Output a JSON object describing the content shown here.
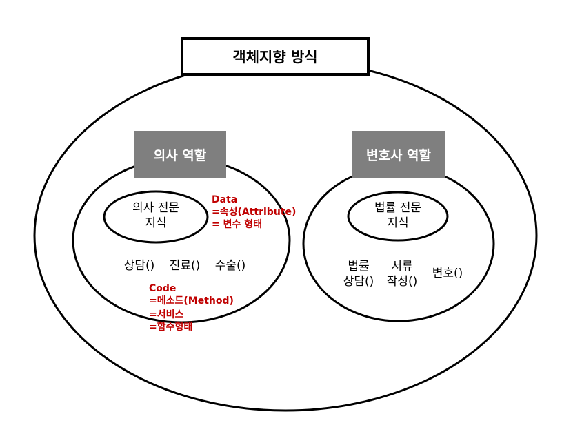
{
  "diagram": {
    "title": "객체지향 방식",
    "doctor": {
      "role": "의사 역할",
      "knowledge": [
        "의사 전문",
        "지식"
      ],
      "methods": [
        "상담()",
        "진료()",
        "수술()"
      ]
    },
    "lawyer": {
      "role": "변호사 역할",
      "knowledge": [
        "법률 전문",
        "지식"
      ],
      "methods": [
        [
          "법률",
          "상담()"
        ],
        [
          "서류",
          "작성()"
        ],
        [
          "변호()"
        ]
      ]
    },
    "annotations": {
      "data": [
        "Data",
        "=속성(Attribute)",
        "= 변수 형태"
      ],
      "code": [
        "Code",
        "=메소드(Method)",
        "=서비스",
        "=함수형태"
      ]
    },
    "colors": {
      "annotation": "#c00000",
      "role_fill": "#7f7f7f",
      "stroke": "#000000"
    }
  }
}
